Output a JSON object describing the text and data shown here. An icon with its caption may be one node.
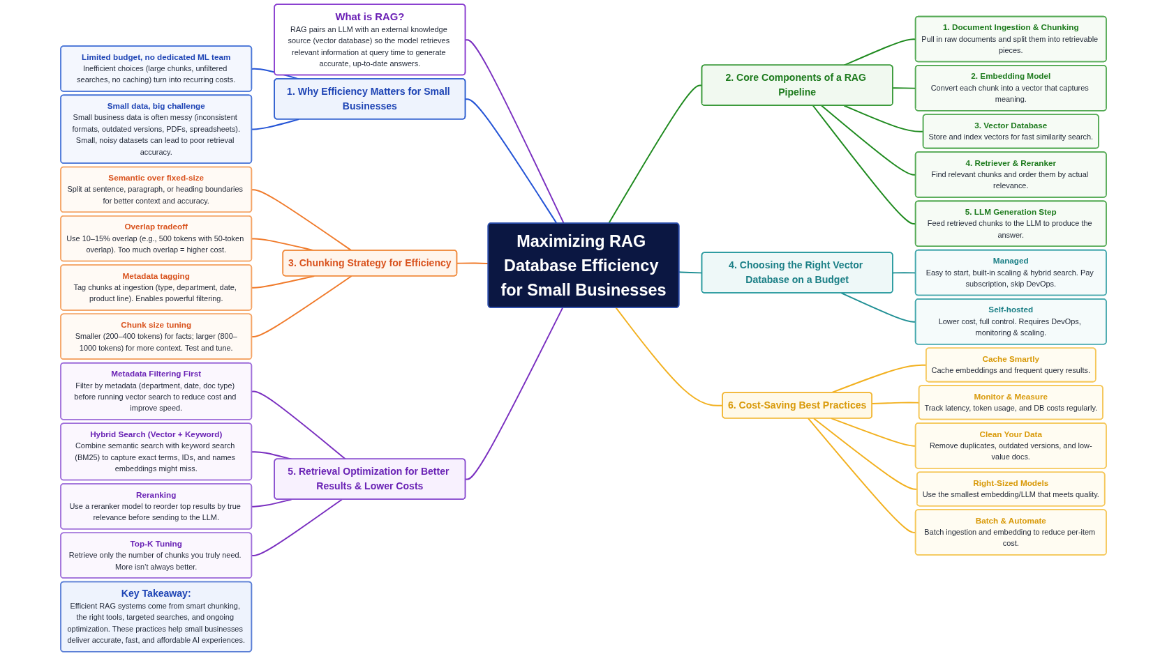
{
  "diagram": {
    "nodes": [
      {
        "text": [
          "What is RAG?",
          "RAG pairs an LLM with an external knowledge source (vector database) so the model retrieves relevant information at query time to generate accurate, up-to-date answers."
        ]
      },
      {
        "text": [
          "Maximizing RAG Database Efficiency for Small Businesses"
        ]
      },
      {
        "text": [
          "1. Why Efficiency Matters for Small Businesses"
        ]
      },
      {
        "text": [
          "Limited budget, no dedicated ML team",
          "Inefficient choices (large chunks, unfiltered searches, no caching) turn into recurring costs."
        ]
      },
      {
        "text": [
          "Small data, big challenge",
          "Small business data is often messy (inconsistent formats, outdated versions, PDFs, spreadsheets).",
          "Small, noisy datasets can lead to poor retrieval accuracy."
        ]
      },
      {
        "text": [
          "2. Core Components of a RAG Pipeline"
        ]
      },
      {
        "text": [
          "1. Document Ingestion & Chunking",
          "Pull in raw documents and split them into retrievable pieces."
        ]
      },
      {
        "text": [
          "2. Embedding Model",
          "Convert each chunk into a vector that captures meaning."
        ]
      },
      {
        "text": [
          "3. Vector Database",
          "Store and index vectors for fast similarity search."
        ]
      },
      {
        "text": [
          "4. Retriever & Reranker",
          "Find relevant chunks and order them by actual relevance."
        ]
      },
      {
        "text": [
          "5. LLM Generation Step",
          "Feed retrieved chunks to the LLM to produce the answer."
        ]
      },
      {
        "text": [
          "3. Chunking Strategy for Efficiency"
        ]
      },
      {
        "text": [
          "Semantic over fixed-size",
          "Split at sentence, paragraph, or heading boundaries for better context and accuracy."
        ]
      },
      {
        "text": [
          "Overlap tradeoff",
          "Use 10–15% overlap (e.g., 500 tokens with 50-token overlap). Too much overlap = higher cost."
        ]
      },
      {
        "text": [
          "Metadata tagging",
          "Tag chunks at ingestion (type, department, date, product line). Enables powerful filtering."
        ]
      },
      {
        "text": [
          "Chunk size tuning",
          "Smaller (200–400 tokens) for facts; larger (800–1000 tokens) for more context. Test and tune."
        ]
      },
      {
        "text": [
          "4. Choosing the Right Vector Database on a Budget"
        ]
      },
      {
        "text": [
          "Managed",
          "Easy to start, built-in scaling & hybrid search. Pay subscription, skip DevOps."
        ]
      },
      {
        "text": [
          "Self-hosted",
          "Lower cost, full control. Requires DevOps, monitoring & scaling."
        ]
      },
      {
        "text": [
          "5. Retrieval Optimization for Better Results & Lower Costs"
        ]
      },
      {
        "text": [
          "Metadata Filtering First",
          "Filter by metadata (department, date, doc type) before running vector search to reduce cost and improve speed."
        ]
      },
      {
        "text": [
          "Hybrid Search (Vector + Keyword)",
          "Combine semantic search with keyword search (BM25) to capture exact terms, IDs, and names embeddings might miss."
        ]
      },
      {
        "text": [
          "Reranking",
          "Use a reranker model to reorder top results by true relevance before sending to the LLM."
        ]
      },
      {
        "text": [
          "Top-K Tuning",
          "Retrieve only the number of chunks you truly need. More isn’t always better."
        ]
      },
      {
        "text": [
          "6. Cost-Saving Best Practices"
        ]
      },
      {
        "text": [
          "Cache Smartly",
          "Cache embeddings and frequent query results."
        ]
      },
      {
        "text": [
          "Monitor & Measure",
          "Track latency, token usage, and DB costs regularly."
        ]
      },
      {
        "text": [
          "Clean Your Data",
          "Remove duplicates, outdated versions, and low-value docs."
        ]
      },
      {
        "text": [
          "Right-Sized Models",
          "Use the smallest embedding/LLM that meets quality."
        ]
      },
      {
        "text": [
          "Batch & Automate",
          "Batch ingestion and embedding to reduce per-item cost."
        ]
      },
      {
        "text": [
          "Key Takeaway:",
          "Efficient RAG systems come from smart chunking, the right tools, targeted searches, and ongoing optimization. These practices help small businesses deliver accurate, fast, and affordable AI experiences."
        ]
      }
    ],
    "edges": [
      {
        "from": 0,
        "to": 1,
        "arrow": "none",
        "color": "#7a2fc0"
      },
      {
        "from": 2,
        "to": 1,
        "arrow": "none",
        "color": "#2454d6"
      },
      {
        "from": 3,
        "to": 2,
        "arrow": "none",
        "color": "#2454d6"
      },
      {
        "from": 4,
        "to": 2,
        "arrow": "none",
        "color": "#2454d6"
      },
      {
        "from": 1,
        "to": 5,
        "arrow": "none",
        "color": "#1e8a1e"
      },
      {
        "from": 5,
        "to": 6,
        "arrow": "none",
        "color": "#1e8a1e"
      },
      {
        "from": 5,
        "to": 7,
        "arrow": "none",
        "color": "#1e8a1e"
      },
      {
        "from": 5,
        "to": 8,
        "arrow": "none",
        "color": "#1e8a1e"
      },
      {
        "from": 5,
        "to": 9,
        "arrow": "none",
        "color": "#1e8a1e"
      },
      {
        "from": 5,
        "to": 10,
        "arrow": "none",
        "color": "#1e8a1e"
      },
      {
        "from": 11,
        "to": 1,
        "arrow": "none",
        "color": "#f07a2a"
      },
      {
        "from": 12,
        "to": 11,
        "arrow": "none",
        "color": "#f07a2a"
      },
      {
        "from": 13,
        "to": 11,
        "arrow": "none",
        "color": "#f07a2a"
      },
      {
        "from": 14,
        "to": 11,
        "arrow": "none",
        "color": "#f07a2a"
      },
      {
        "from": 15,
        "to": 11,
        "arrow": "none",
        "color": "#f07a2a"
      },
      {
        "from": 1,
        "to": 16,
        "arrow": "none",
        "color": "#1f8f94"
      },
      {
        "from": 16,
        "to": 17,
        "arrow": "none",
        "color": "#1f8f94"
      },
      {
        "from": 16,
        "to": 18,
        "arrow": "none",
        "color": "#1f8f94"
      },
      {
        "from": 19,
        "to": 1,
        "arrow": "none",
        "color": "#7a2fc0"
      },
      {
        "from": 20,
        "to": 19,
        "arrow": "none",
        "color": "#7a2fc0"
      },
      {
        "from": 21,
        "to": 19,
        "arrow": "none",
        "color": "#7a2fc0"
      },
      {
        "from": 22,
        "to": 19,
        "arrow": "none",
        "color": "#7a2fc0"
      },
      {
        "from": 23,
        "to": 19,
        "arrow": "none",
        "color": "#7a2fc0"
      },
      {
        "from": 1,
        "to": 24,
        "arrow": "none",
        "color": "#f2b01e"
      },
      {
        "from": 24,
        "to": 25,
        "arrow": "none",
        "color": "#f2b01e"
      },
      {
        "from": 24,
        "to": 26,
        "arrow": "none",
        "color": "#f2b01e"
      },
      {
        "from": 24,
        "to": 27,
        "arrow": "none",
        "color": "#f2b01e"
      },
      {
        "from": 24,
        "to": 28,
        "arrow": "none",
        "color": "#f2b01e"
      },
      {
        "from": 24,
        "to": 29,
        "arrow": "none",
        "color": "#f2b01e"
      }
    ]
  }
}
